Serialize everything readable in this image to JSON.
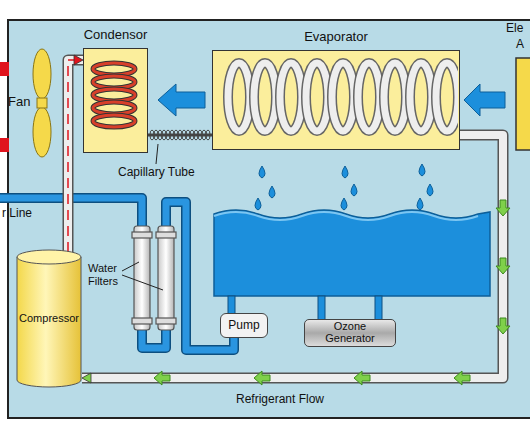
{
  "diagram": {
    "nodes": [
      {
        "text": [
          "Condensor"
        ]
      },
      {
        "text": [
          "Evaporator"
        ]
      },
      {
        "text": [
          "Fan"
        ]
      },
      {
        "text": [
          "Compressor"
        ]
      },
      {
        "text": [
          "Pump"
        ]
      },
      {
        "text": [
          "Ozone Generator"
        ]
      }
    ],
    "edges": [
      {
        "from": 3,
        "to": 0,
        "arrow": "to"
      },
      {
        "from": 0,
        "to": 1,
        "arrow": "none"
      },
      {
        "from": 1,
        "to": 3,
        "arrow": "to"
      }
    ],
    "labels": [
      "Ele",
      "A",
      "r Line",
      "Capillary Tube",
      "Water Filters",
      "Refrigerant Flow"
    ]
  }
}
